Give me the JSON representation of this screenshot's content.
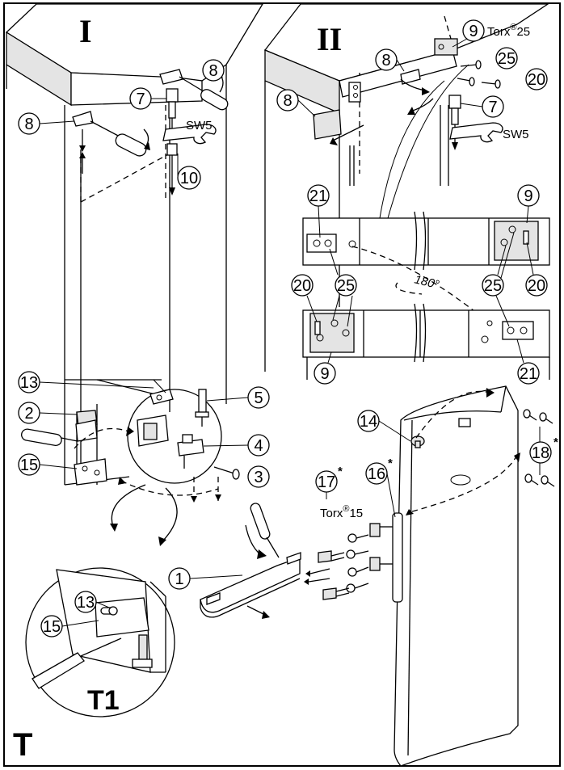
{
  "panels": {
    "panel_1": "I",
    "panel_2": "II",
    "detail": "T1",
    "corner": "T"
  },
  "callouts": [
    "1",
    "2",
    "3",
    "4",
    "5",
    "7",
    "7",
    "8",
    "8",
    "8",
    "8",
    "9",
    "9",
    "9",
    "10",
    "13",
    "13",
    "14",
    "15",
    "15",
    "16",
    "17",
    "18",
    "20",
    "20",
    "20",
    "21",
    "21",
    "25",
    "25",
    "25"
  ],
  "labels": {
    "wrench_1": "SW5",
    "wrench_2": "SW5",
    "torx_25": "Torx",
    "torx_25_size": "25",
    "torx_15": "Torx",
    "torx_15_size": "15",
    "reg": "®",
    "angle": "180°",
    "asterisk": "*"
  }
}
